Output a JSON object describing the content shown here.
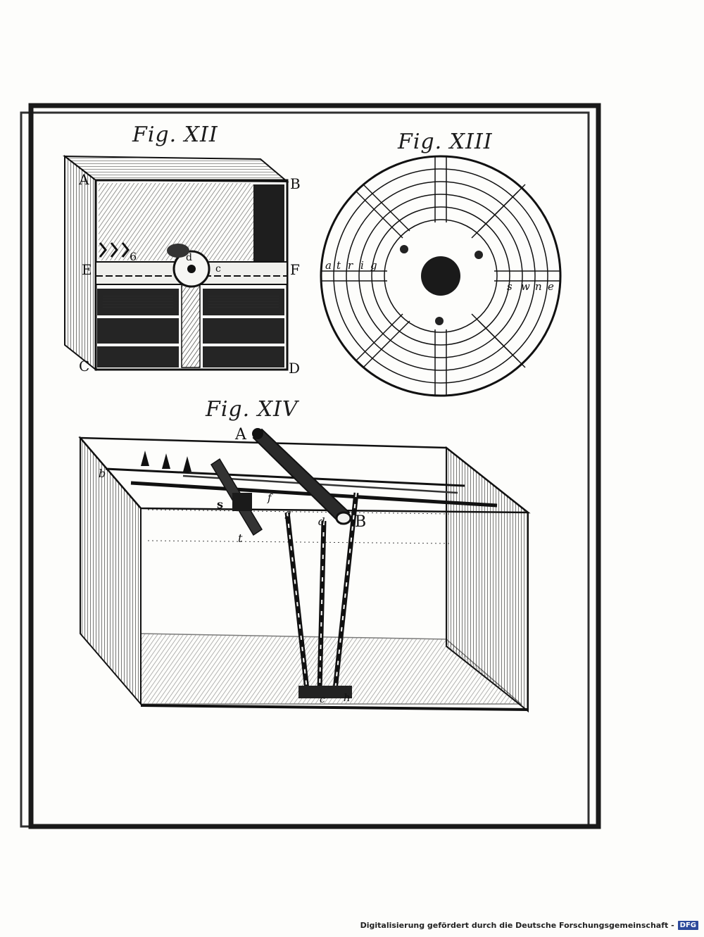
{
  "figures": [
    {
      "title": "Fig. XII",
      "labels": [
        "A",
        "B",
        "E",
        "F",
        "C",
        "D",
        "d",
        "c",
        "6"
      ]
    },
    {
      "title": "Fig. XIII",
      "labels": [
        "a",
        "t",
        "r",
        "i",
        "g",
        "s",
        "w",
        "n",
        "e"
      ]
    },
    {
      "title": "Fig. XIV",
      "labels": [
        "A",
        "B",
        "b",
        "s",
        "t",
        "f",
        "g",
        "d",
        "c",
        "h"
      ]
    }
  ],
  "footer": {
    "text": "Digitalisierung gefördert durch die Deutsche Forschungsgemeinschaft -",
    "logo": "DFG"
  }
}
